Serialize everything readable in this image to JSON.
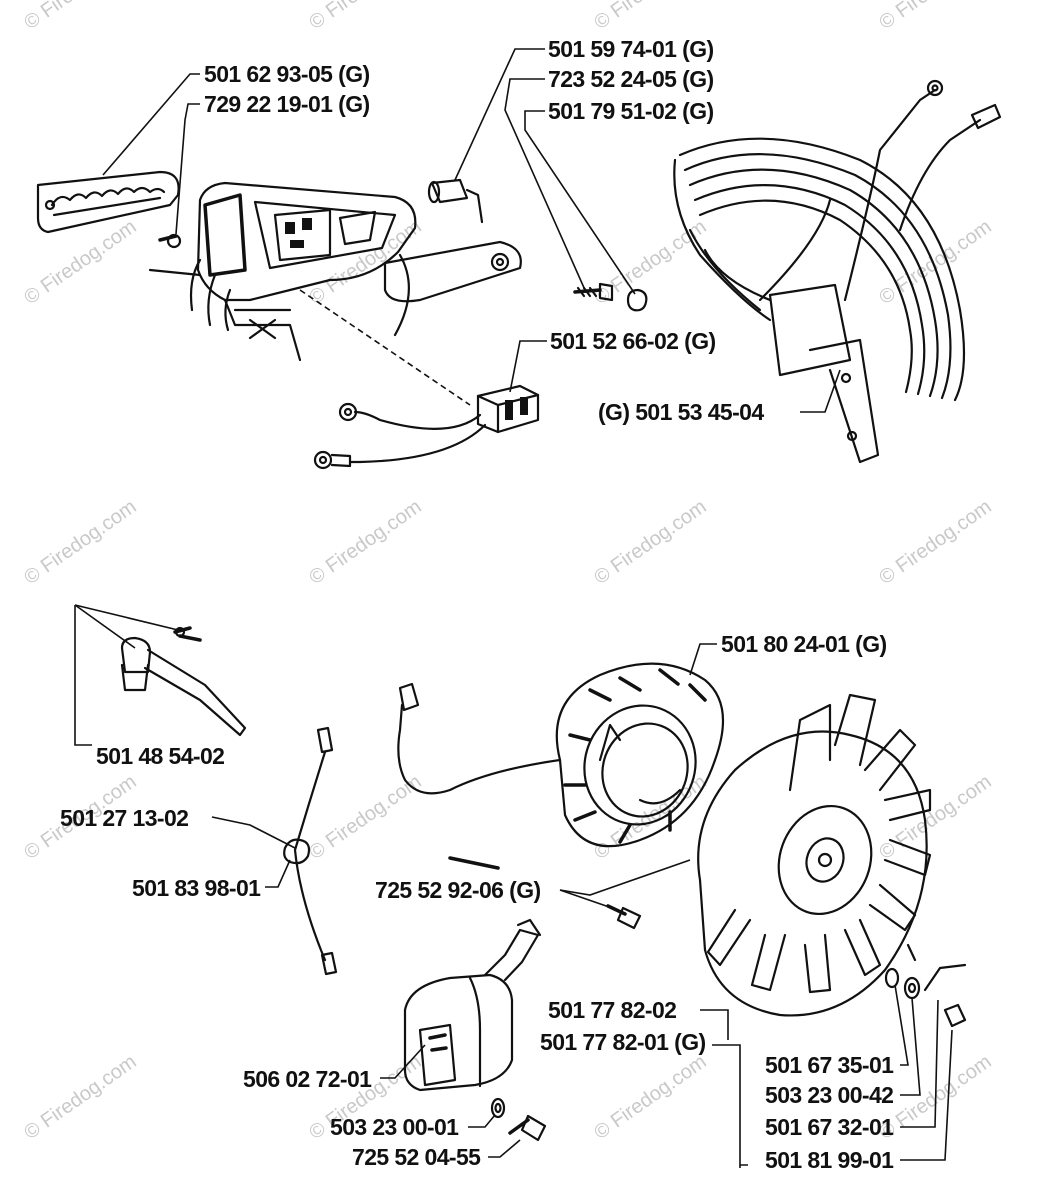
{
  "watermark": {
    "text": "© Firedog.com"
  },
  "labels": {
    "l01": "501 62 93-05 (G)",
    "l02": "729 22 19-01 (G)",
    "l03": "501 59 74-01 (G)",
    "l04": "723 52 24-05 (G)",
    "l05": "501 79 51-02 (G)",
    "l06": "501 52 66-02 (G)",
    "l07": "(G) 501 53 45-04",
    "l08": "501 80 24-01 (G)",
    "l09": "501 48 54-02",
    "l10": "501 27 13-02",
    "l11": "501 83 98-01",
    "l12": "725 52 92-06 (G)",
    "l13": "501 77 82-02",
    "l14": "501 77 82-01 (G)",
    "l15": "501 67 35-01",
    "l16": "503 23 00-42",
    "l17": "501 67 32-01",
    "l18": "501 81 99-01",
    "l19": "506 02 72-01",
    "l20": "503 23 00-01",
    "l21": "725 52 04-55"
  }
}
